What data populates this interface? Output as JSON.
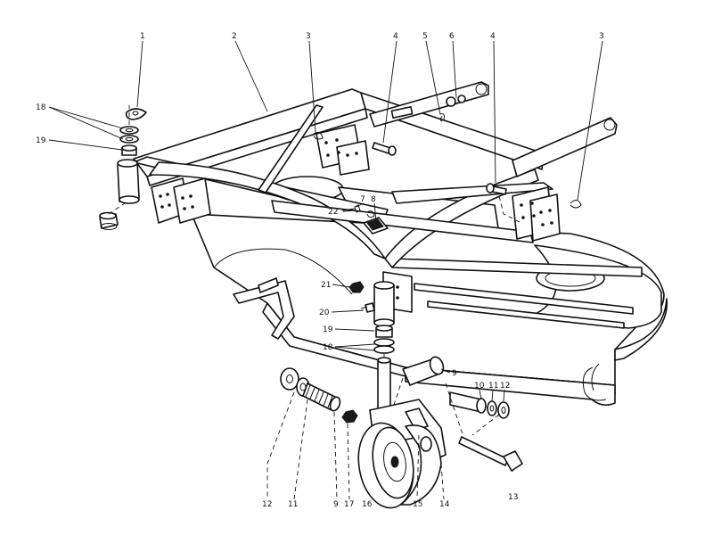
{
  "diagram": {
    "callouts": [
      {
        "id": "c1",
        "text": "1"
      },
      {
        "id": "c2",
        "text": "2"
      },
      {
        "id": "c3a",
        "text": "3"
      },
      {
        "id": "c4a",
        "text": "4"
      },
      {
        "id": "c5",
        "text": "5"
      },
      {
        "id": "c6",
        "text": "6"
      },
      {
        "id": "c4b",
        "text": "4"
      },
      {
        "id": "c3b",
        "text": "3"
      },
      {
        "id": "c18a",
        "text": "18"
      },
      {
        "id": "c19a",
        "text": "19"
      },
      {
        "id": "c7",
        "text": "7"
      },
      {
        "id": "c8",
        "text": "8"
      },
      {
        "id": "c22",
        "text": "22"
      },
      {
        "id": "c21",
        "text": "21"
      },
      {
        "id": "c20",
        "text": "20"
      },
      {
        "id": "c19b",
        "text": "19"
      },
      {
        "id": "c18b",
        "text": "18"
      },
      {
        "id": "c9a",
        "text": "9"
      },
      {
        "id": "c10",
        "text": "10"
      },
      {
        "id": "c11a",
        "text": "11"
      },
      {
        "id": "c12a",
        "text": "12"
      },
      {
        "id": "c12b",
        "text": "12"
      },
      {
        "id": "c11b",
        "text": "11"
      },
      {
        "id": "c9b",
        "text": "9"
      },
      {
        "id": "c17",
        "text": "17"
      },
      {
        "id": "c16",
        "text": "16"
      },
      {
        "id": "c15",
        "text": "15"
      },
      {
        "id": "c14",
        "text": "14"
      },
      {
        "id": "c13",
        "text": "13"
      }
    ]
  }
}
